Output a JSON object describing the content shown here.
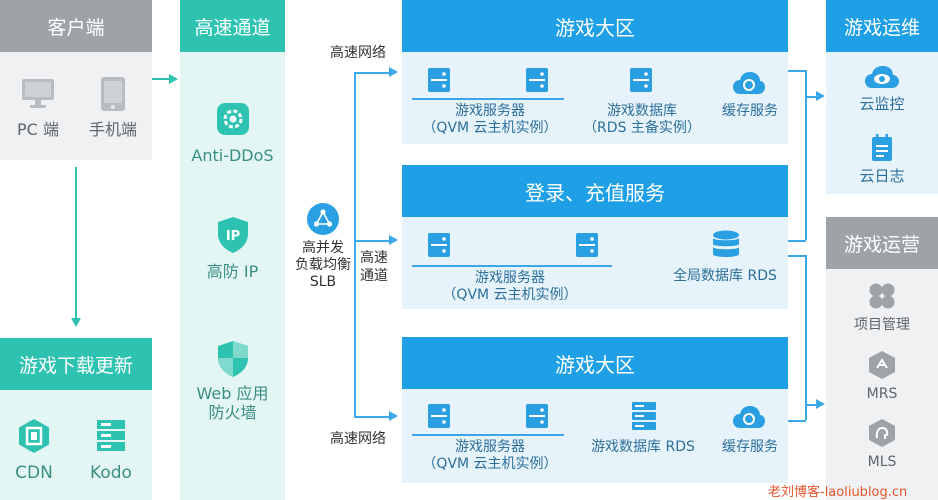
{
  "client": {
    "title": "客户端",
    "pc": "PC 端",
    "mobile": "手机端"
  },
  "download": {
    "title": "游戏下载更新",
    "cdn": "CDN",
    "kodo": "Kodo"
  },
  "channel": {
    "title": "高速通道",
    "antiddos": "Anti-DDoS",
    "ip": "高防 IP",
    "waf_line1": "Web 应用",
    "waf_line2": "防火墙"
  },
  "slb": {
    "line1": "高并发",
    "line2": "负载均衡",
    "line3": "SLB"
  },
  "labels": {
    "net_top": "高速网络",
    "net_bottom": "高速网络",
    "channel_line1": "高速",
    "channel_line2": "通道"
  },
  "zone1": {
    "title": "游戏大区",
    "server_line1": "游戏服务器",
    "server_line2": "（QVM 云主机实例）",
    "db_line1": "游戏数据库",
    "db_line2": "（RDS 主备实例）",
    "cache": "缓存服务"
  },
  "login": {
    "title": "登录、充值服务",
    "server_line1": "游戏服务器",
    "server_line2": "（QVM 云主机实例）",
    "db": "全局数据库 RDS"
  },
  "zone2": {
    "title": "游戏大区",
    "server_line1": "游戏服务器",
    "server_line2": "（QVM 云主机实例）",
    "db": "游戏数据库 RDS",
    "cache": "缓存服务"
  },
  "ops": {
    "title": "游戏运维",
    "monitor": "云监控",
    "log": "云日志"
  },
  "operation": {
    "title": "游戏运营",
    "project": "项目管理",
    "mrs": "MRS",
    "mls": "MLS"
  },
  "watermark": "老刘博客-laoliublog.cn"
}
